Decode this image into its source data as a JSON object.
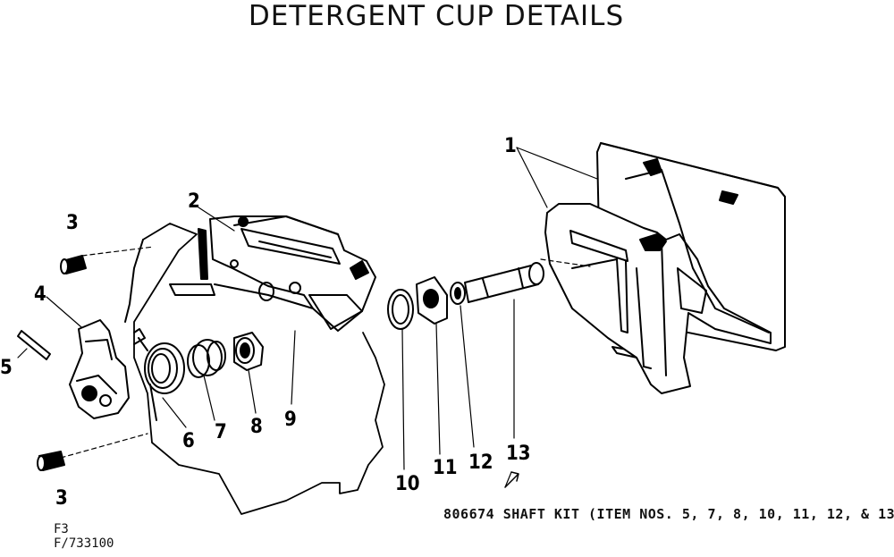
{
  "title": "DETERGENT CUP DETAILS",
  "part_numbers": {
    "p1": "1",
    "p2": "2",
    "p3a": "3",
    "p3b": "3",
    "p4": "4",
    "p5": "5",
    "p6": "6",
    "p7": "7",
    "p8": "8",
    "p9": "9",
    "p10": "10",
    "p11": "11",
    "p12": "12",
    "p13": "13"
  },
  "kit_note": "806674  SHAFT KIT (ITEM NOS. 5, 7, 8, 10, 11, 12, & 13)",
  "ref_code_1": "F3",
  "ref_code_2": "F/733100"
}
